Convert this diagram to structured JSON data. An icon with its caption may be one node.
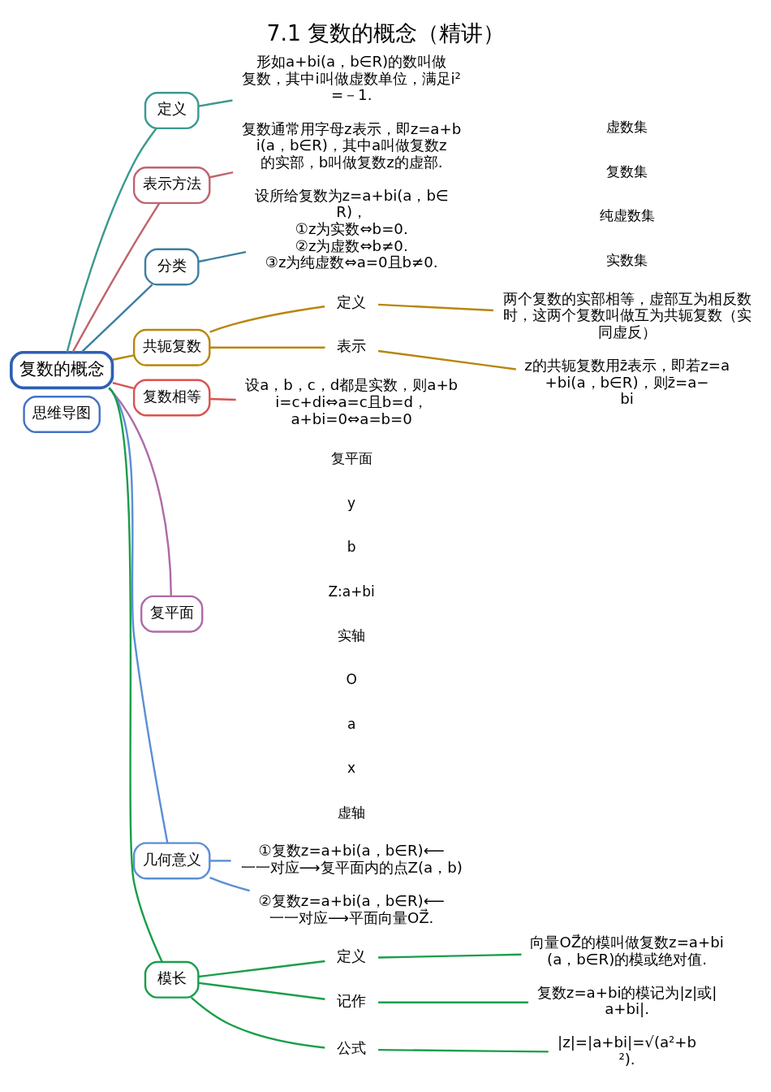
{
  "diagram": {
    "title": "7.1 复数的概念（精讲）",
    "nodes": [
      {
        "text": [
          "思维导图"
        ]
      },
      {
        "text": [
          "复数的概念"
        ]
      },
      {
        "text": [
          "定义"
        ]
      },
      {
        "text": [
          "形如a+bi(a，b∈R)的数叫做复数，其中i叫做虚数单位，满足i²=－1."
        ]
      },
      {
        "text": [
          "表示方法"
        ]
      },
      {
        "text": [
          "复数通常用字母z表示，即z=a+bi(a，b∈R)，其中a叫做复数z的实部，b叫做复数z的虚部."
        ]
      },
      {
        "text": [
          "分类"
        ]
      },
      {
        "text": [
          "设所给复数为z=a+bi(a，b∈R)， ①z为实数⇔b=0. ②z为虚数⇔b≠0. ③z为纯虚数⇔a=0且b≠0."
        ]
      },
      {
        "text": [
          "共轭复数"
        ]
      },
      {
        "text": [
          "定义"
        ]
      },
      {
        "text": [
          "两个复数的实部相等，虚部互为相反数时，这两个复数叫做互为共轭复数（实同虚反）"
        ]
      },
      {
        "text": [
          "表示"
        ]
      },
      {
        "text": [
          "z的共轭复数用z̄表示，即若z=a+bi(a，b∈R)，则z̄=a−bi"
        ]
      },
      {
        "text": [
          "复数相等"
        ]
      },
      {
        "text": [
          "设a，b，c，d都是实数，则a+bi=c+di⇔a=c且b=d， a+bi=0⇔a=b=0"
        ]
      },
      {
        "text": [
          "复平面"
        ]
      },
      {
        "text": [
          "几何意义"
        ]
      },
      {
        "text": [
          "①复数z=a+bi(a，b∈R)⟵一一对应⟶复平面内的点Z(a，b)"
        ]
      },
      {
        "text": [
          "②复数z=a+bi(a，b∈R)⟵一一对应⟶平面向量OZ⃗."
        ]
      },
      {
        "text": [
          "模长"
        ]
      },
      {
        "text": [
          "定义"
        ]
      },
      {
        "text": [
          "向量OZ⃗的模叫做复数z=a+bi(a，b∈R)的模或绝对值."
        ]
      },
      {
        "text": [
          "记作"
        ]
      },
      {
        "text": [
          "复数z=a+bi的模记为|z|或|a+bi|."
        ]
      },
      {
        "text": [
          "公式"
        ]
      },
      {
        "text": [
          "|z|=|a+bi|=√(a²+b²)."
        ]
      }
    ],
    "edges": [
      {
        "from": 1,
        "to": 2,
        "arrow": "none",
        "color": "#3a9a8f"
      },
      {
        "from": 1,
        "to": 4,
        "arrow": "none",
        "color": "#c0646e"
      },
      {
        "from": 1,
        "to": 6,
        "arrow": "none",
        "color": "#3d7fa0"
      },
      {
        "from": 1,
        "to": 8,
        "arrow": "none",
        "color": "#b8860b"
      },
      {
        "from": 1,
        "to": 13,
        "arrow": "none",
        "color": "#d9534f"
      },
      {
        "from": 1,
        "to": 15,
        "arrow": "none",
        "color": "#b06aa8"
      },
      {
        "from": 1,
        "to": 16,
        "arrow": "none",
        "color": "#5b8fd6"
      },
      {
        "from": 1,
        "to": 19,
        "arrow": "none",
        "color": "#1a9e4a"
      },
      {
        "from": 2,
        "to": 3,
        "arrow": "none",
        "color": "#3a9a8f"
      },
      {
        "from": 4,
        "to": 5,
        "arrow": "none",
        "color": "#c0646e"
      },
      {
        "from": 6,
        "to": 7,
        "arrow": "none",
        "color": "#3d7fa0"
      },
      {
        "from": 8,
        "to": 9,
        "arrow": "none",
        "color": "#b8860b"
      },
      {
        "from": 9,
        "to": 10,
        "arrow": "none",
        "color": "#b8860b"
      },
      {
        "from": 8,
        "to": 11,
        "arrow": "none",
        "color": "#b8860b"
      },
      {
        "from": 11,
        "to": 12,
        "arrow": "none",
        "color": "#b8860b"
      },
      {
        "from": 13,
        "to": 14,
        "arrow": "none",
        "color": "#d9534f"
      },
      {
        "from": 16,
        "to": 17,
        "arrow": "none",
        "color": "#5b8fd6"
      },
      {
        "from": 16,
        "to": 18,
        "arrow": "none",
        "color": "#5b8fd6"
      },
      {
        "from": 19,
        "to": 20,
        "arrow": "none",
        "color": "#1a9e4a"
      },
      {
        "from": 20,
        "to": 21,
        "arrow": "none",
        "color": "#1a9e4a"
      },
      {
        "from": 19,
        "to": 22,
        "arrow": "none",
        "color": "#1a9e4a"
      },
      {
        "from": 22,
        "to": 23,
        "arrow": "none",
        "color": "#1a9e4a"
      },
      {
        "from": 19,
        "to": 24,
        "arrow": "none",
        "color": "#1a9e4a"
      },
      {
        "from": 24,
        "to": 25,
        "arrow": "none",
        "color": "#1a9e4a"
      }
    ],
    "labels": [
      "虚数集",
      "复数集",
      "纯虚数集",
      "实数集",
      "复平面",
      "y",
      "b",
      "Z:a+bi",
      "实轴",
      "O",
      "a",
      "x",
      "虚轴"
    ]
  }
}
